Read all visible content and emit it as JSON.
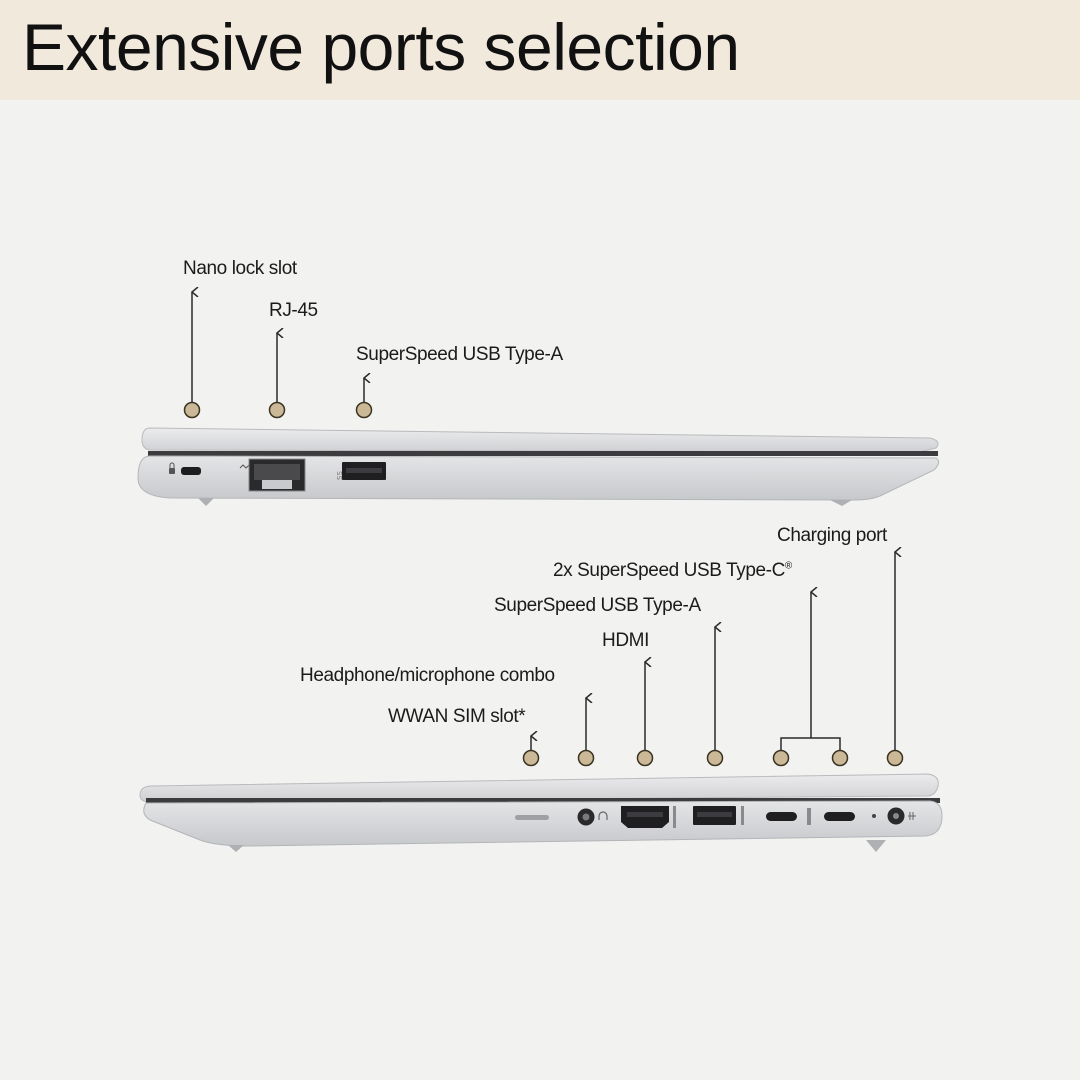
{
  "header": {
    "title": "Extensive ports selection"
  },
  "colors": {
    "header_bg": "#f2e9dd",
    "page_bg": "#f2f2f1",
    "dot_fill": "#cbb896",
    "dot_stroke": "#3b3322",
    "laptop_silver": "#d9dadc"
  },
  "left_side": {
    "ports": [
      {
        "label": "Nano lock slot"
      },
      {
        "label": "RJ-45"
      },
      {
        "label": "SuperSpeed USB Type-A"
      }
    ]
  },
  "right_side": {
    "ports": [
      {
        "label": "Charging port"
      },
      {
        "label": "2x SuperSpeed USB Type-C",
        "mark": "®"
      },
      {
        "label": "SuperSpeed USB Type-A"
      },
      {
        "label": "HDMI"
      },
      {
        "label": "Headphone/microphone combo"
      },
      {
        "label": "WWAN SIM slot*"
      }
    ]
  }
}
